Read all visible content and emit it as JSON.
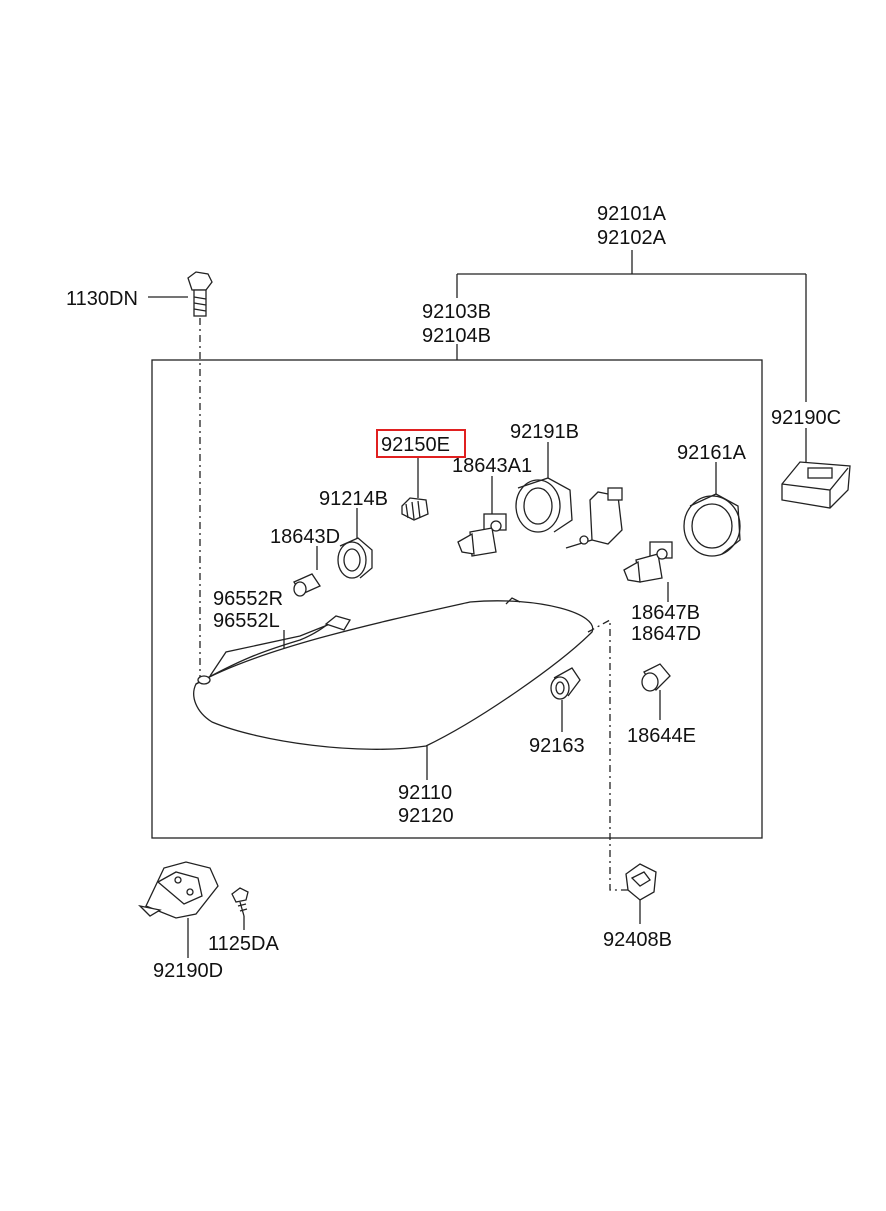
{
  "diagram": {
    "highlight_color": "#e02020",
    "line_color": "#222222",
    "labels": {
      "l92101A": "92101A",
      "l92102A": "92102A",
      "l92103B": "92103B",
      "l92104B": "92104B",
      "l1130DN": "1130DN",
      "l92190C": "92190C",
      "l92150E": "92150E",
      "l92191B": "92191B",
      "l18643A1": "18643A1",
      "l92161A": "92161A",
      "l91214B": "91214B",
      "l18643D": "18643D",
      "l96552R": "96552R",
      "l96552L": "96552L",
      "l18647B": "18647B",
      "l18647D": "18647D",
      "l92163": "92163",
      "l18644E": "18644E",
      "l92110": "92110",
      "l92120": "92120",
      "l1125DA": "1125DA",
      "l92190D": "92190D",
      "l92408B": "92408B"
    }
  }
}
